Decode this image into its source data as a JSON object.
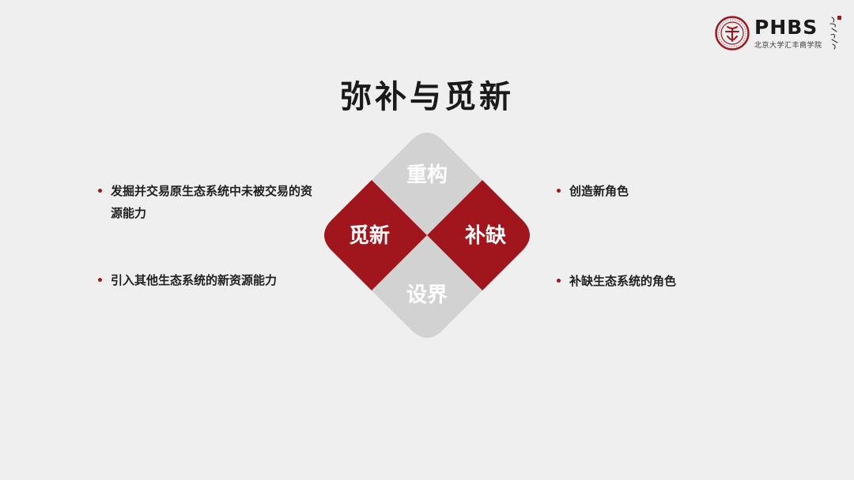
{
  "header": {
    "title": "弥补与觅新"
  },
  "logo": {
    "brand": "PHBS",
    "subtitle": "北京大学汇丰商学院",
    "seal_color": "#a0161c"
  },
  "left_bullets": [
    {
      "text": "发掘并交易原生态系统中未被交易的资源能力"
    },
    {
      "text": "引入其他生态系统的新资源能力"
    }
  ],
  "right_bullets": [
    {
      "text": "创造新角色"
    },
    {
      "text": "补缺生态系统的角色"
    }
  ],
  "diamond": {
    "top": {
      "label": "重构",
      "color": "#d3d2d3",
      "text_color": "#ffffff"
    },
    "left": {
      "label": "觅新",
      "color": "#a0161c",
      "text_color": "#ffffff"
    },
    "right": {
      "label": "补缺",
      "color": "#a0161c",
      "text_color": "#ffffff"
    },
    "bottom": {
      "label": "设界",
      "color": "#d3d2d3",
      "text_color": "#ffffff"
    }
  },
  "colors": {
    "background": "#f0eff0",
    "accent": "#a0161c",
    "gray": "#d3d2d3"
  }
}
